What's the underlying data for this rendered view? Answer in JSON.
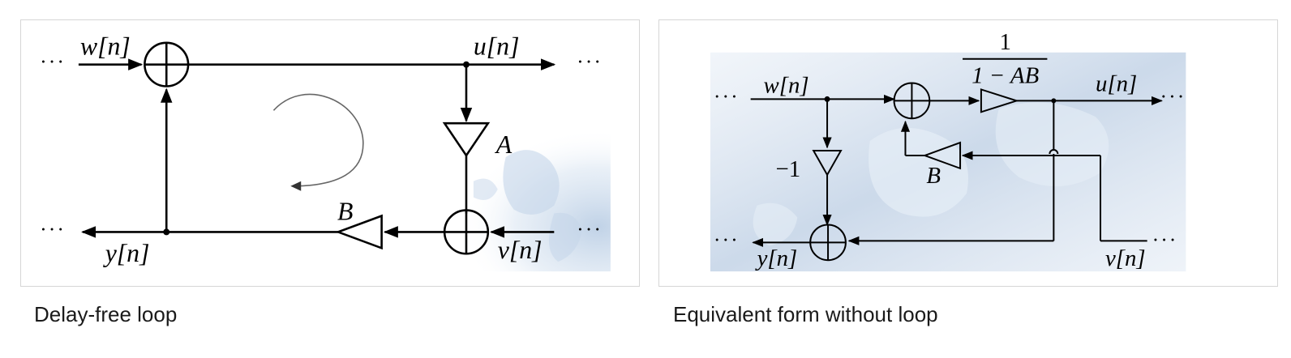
{
  "panels": [
    {
      "caption": "Delay-free loop",
      "labels": {
        "w": "w[n]",
        "u": "u[n]",
        "y": "y[n]",
        "v": "v[n]",
        "gain_a": "A",
        "gain_b": "B",
        "dots": "···"
      }
    },
    {
      "caption": "Equivalent form without loop",
      "labels": {
        "w": "w[n]",
        "u": "u[n]",
        "y": "y[n]",
        "v": "v[n]",
        "gain_b": "B",
        "gain_neg": "−1",
        "frac_num": "1",
        "frac_den": "1 − AB",
        "dots": "···"
      }
    }
  ],
  "colors": {
    "frame_border": "#d6d6d6",
    "map_tint": "#c9d8ea"
  }
}
